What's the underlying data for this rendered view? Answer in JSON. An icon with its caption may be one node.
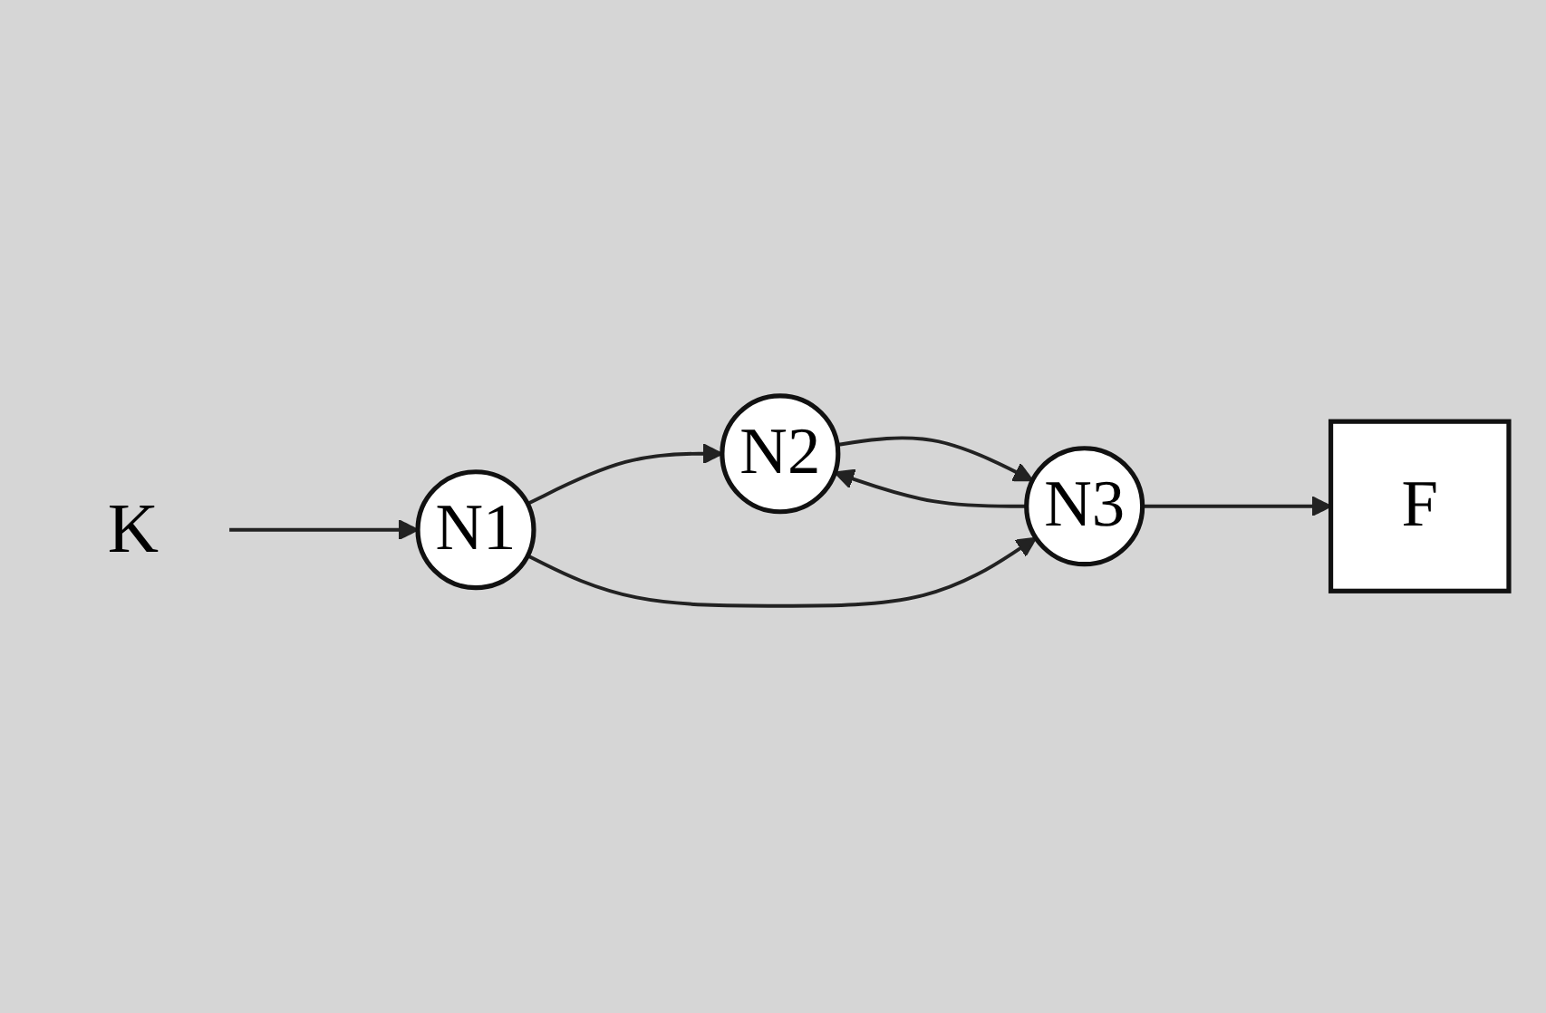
{
  "diagram": {
    "nodes": [
      {
        "text": [
          "N2"
        ]
      },
      {
        "text": [
          "N3"
        ]
      },
      {
        "text": [
          "F"
        ]
      },
      {
        "text": [
          "N1"
        ]
      },
      {
        "text": [
          "K"
        ]
      }
    ],
    "edges": [
      {
        "from": 0,
        "to": 1,
        "arrow": "to"
      },
      {
        "from": 1,
        "to": 0,
        "arrow": "to"
      },
      {
        "from": 1,
        "to": 2,
        "arrow": "to"
      },
      {
        "from": 3,
        "to": 0,
        "arrow": "to"
      },
      {
        "from": 3,
        "to": 1,
        "arrow": "to"
      },
      {
        "from": 4,
        "to": 3,
        "arrow": "to"
      }
    ]
  }
}
